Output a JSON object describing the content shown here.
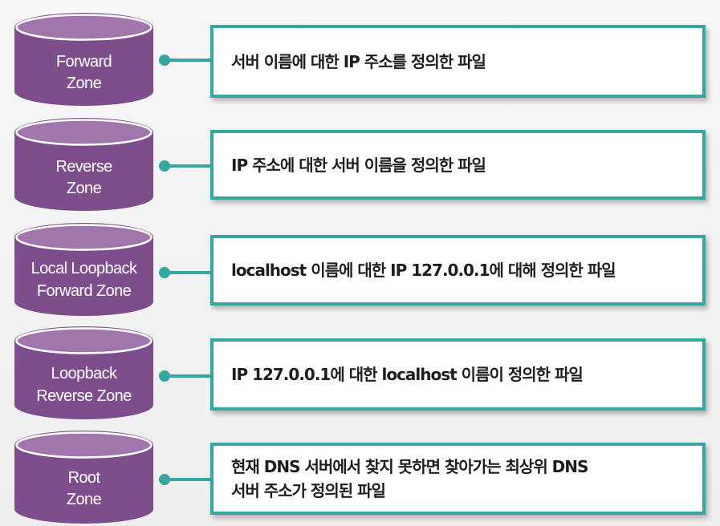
{
  "colors": {
    "cylinder_body": "#7e4e8c",
    "cylinder_top": "#a176ad",
    "cylinder_rim": "#ffffff",
    "connector": "#36a6a0",
    "box_border": "#36a6a0"
  },
  "zones": [
    {
      "name_lines": [
        "Forward",
        "Zone"
      ],
      "description": "서버 이름에 대한 IP 주소를 정의한 파일"
    },
    {
      "name_lines": [
        "Reverse",
        "Zone"
      ],
      "description": "IP 주소에 대한 서버 이름을 정의한 파일"
    },
    {
      "name_lines": [
        "Local Loopback",
        "Forward Zone"
      ],
      "description": "localhost 이름에 대한 IP 127.0.0.1에 대해 정의한 파일"
    },
    {
      "name_lines": [
        "Loopback",
        "Reverse Zone"
      ],
      "description": "IP 127.0.0.1에 대한 localhost 이름이 정의한 파일"
    },
    {
      "name_lines": [
        "Root",
        "Zone"
      ],
      "description_lines": [
        "현재 DNS 서버에서 찾지 못하면 찾아가는 최상위 DNS",
        "서버 주소가 정의된 파일"
      ]
    }
  ]
}
